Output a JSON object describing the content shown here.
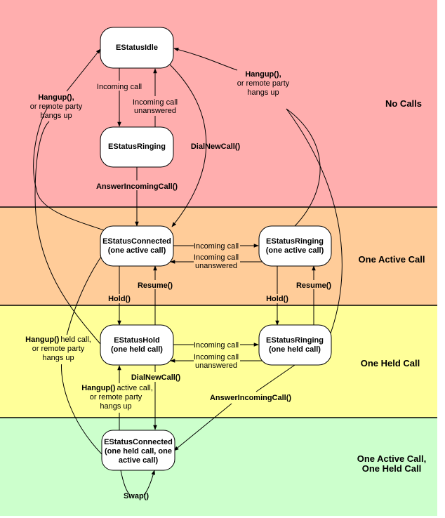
{
  "diagram": {
    "zones": [
      {
        "id": "no-calls",
        "label_lines": [
          "No Calls"
        ],
        "color": "#FFAEAE"
      },
      {
        "id": "one-active",
        "label_lines": [
          "One Active Call"
        ],
        "color": "#FFCC99"
      },
      {
        "id": "one-held",
        "label_lines": [
          "One Held Call"
        ],
        "color": "#FFFF99"
      },
      {
        "id": "active-and-held",
        "label_lines": [
          "One Active Call,",
          "One Held Call"
        ],
        "color": "#CCFFCC"
      }
    ],
    "states": [
      {
        "id": "idle",
        "lines": [
          "EStatusIdle"
        ]
      },
      {
        "id": "ringing",
        "lines": [
          "EStatusRinging"
        ]
      },
      {
        "id": "connected-active",
        "lines": [
          "EStatusConnected",
          "(one active call)"
        ]
      },
      {
        "id": "ringing-active",
        "lines": [
          "EStatusRinging",
          "(one active call)"
        ]
      },
      {
        "id": "hold",
        "lines": [
          "EStatusHold",
          "(one held call)"
        ]
      },
      {
        "id": "ringing-held",
        "lines": [
          "EStatusRinging",
          "(one held call)"
        ]
      },
      {
        "id": "connected-both",
        "lines": [
          "EStatusConnected",
          "(one held call, one",
          "active call)"
        ]
      }
    ],
    "transitions": [
      {
        "id": "idle-to-ringing",
        "from": "idle",
        "to": "ringing",
        "lines": [
          {
            "text": "Incoming call",
            "bold": false
          }
        ]
      },
      {
        "id": "ringing-to-idle",
        "from": "ringing",
        "to": "idle",
        "lines": [
          {
            "text": "Incoming call",
            "bold": false
          },
          {
            "text": "unanswered",
            "bold": false
          }
        ]
      },
      {
        "id": "ringing-to-connected",
        "from": "ringing",
        "to": "connected-active",
        "lines": [
          {
            "text": "AnswerIncomingCall()",
            "bold": true
          }
        ]
      },
      {
        "id": "idle-to-connected",
        "from": "idle",
        "to": "connected-active",
        "lines": [
          {
            "text": "DialNewCall()",
            "bold": true
          }
        ]
      },
      {
        "id": "connected-to-idle",
        "from": "connected-active",
        "to": "idle",
        "lines": [
          {
            "text": "Hangup(),",
            "bold": true
          },
          {
            "text": "or remote party",
            "bold": false
          },
          {
            "text": "hangs up",
            "bold": false
          }
        ]
      },
      {
        "id": "ringing-active-to-idle",
        "from": "ringing-active",
        "to": "idle",
        "lines": [
          {
            "text": "Hangup(),",
            "bold": true
          },
          {
            "text": "or remote party",
            "bold": false
          },
          {
            "text": "hangs up",
            "bold": false
          }
        ]
      },
      {
        "id": "connected-to-ringing-active",
        "from": "connected-active",
        "to": "ringing-active",
        "lines": [
          {
            "text": "Incoming call",
            "bold": false
          }
        ]
      },
      {
        "id": "ringing-active-to-connected",
        "from": "ringing-active",
        "to": "connected-active",
        "lines": [
          {
            "text": "Incoming call",
            "bold": false
          },
          {
            "text": "unanswered",
            "bold": false
          }
        ]
      },
      {
        "id": "connected-to-hold",
        "from": "connected-active",
        "to": "hold",
        "lines": [
          {
            "text": "Hold()",
            "bold": true
          }
        ]
      },
      {
        "id": "hold-to-connected",
        "from": "hold",
        "to": "connected-active",
        "lines": [
          {
            "text": "Resume()",
            "bold": true
          }
        ]
      },
      {
        "id": "ringing-active-to-ringing-held",
        "from": "ringing-active",
        "to": "ringing-held",
        "lines": [
          {
            "text": "Hold()",
            "bold": true
          }
        ]
      },
      {
        "id": "ringing-held-to-ringing-active",
        "from": "ringing-held",
        "to": "ringing-active",
        "lines": [
          {
            "text": "Resume()",
            "bold": true
          }
        ]
      },
      {
        "id": "hold-to-ringing-held",
        "from": "hold",
        "to": "ringing-held",
        "lines": [
          {
            "text": "Incoming call",
            "bold": false
          }
        ]
      },
      {
        "id": "ringing-held-to-hold",
        "from": "ringing-held",
        "to": "hold",
        "lines": [
          {
            "text": "Incoming call",
            "bold": false
          },
          {
            "text": "unanswered",
            "bold": false
          }
        ]
      },
      {
        "id": "hold-to-idle",
        "from": "hold",
        "to": "idle",
        "lines": []
      },
      {
        "id": "ringing-held-to-idle",
        "from": "ringing-held",
        "to": "idle",
        "lines": []
      },
      {
        "id": "hold-to-connected-both",
        "from": "hold",
        "to": "connected-both",
        "lines": [
          {
            "text": "DialNewCall()",
            "bold": true
          }
        ]
      },
      {
        "id": "connected-both-to-hold",
        "from": "connected-both",
        "to": "hold",
        "lines": [
          {
            "text": "Hangup()",
            "bold": true,
            "suffix": "active call,"
          },
          {
            "text": "or remote party",
            "bold": false
          },
          {
            "text": "hangs up",
            "bold": false
          }
        ]
      },
      {
        "id": "connected-both-to-connected",
        "from": "connected-both",
        "to": "connected-active",
        "lines": [
          {
            "text": "Hangup()",
            "bold": true,
            "suffix": "held call,"
          },
          {
            "text": "or remote party",
            "bold": false
          },
          {
            "text": "hangs up",
            "bold": false
          }
        ]
      },
      {
        "id": "ringing-held-to-connected-both",
        "from": "ringing-held",
        "to": "connected-both",
        "lines": [
          {
            "text": "AnswerIncomingCall()",
            "bold": true
          }
        ]
      },
      {
        "id": "swap",
        "from": "connected-both",
        "to": "connected-both",
        "lines": [
          {
            "text": "Swap()",
            "bold": true
          }
        ]
      }
    ]
  }
}
